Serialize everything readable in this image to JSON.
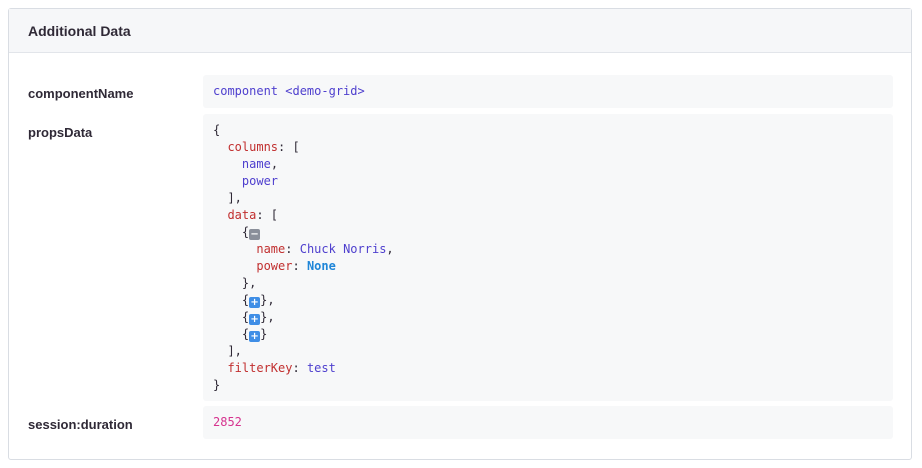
{
  "panel": {
    "title": "Additional Data"
  },
  "rows": {
    "component_name": {
      "label": "componentName",
      "value": "component <demo-grid>"
    },
    "props_data": {
      "label": "propsData",
      "open_brace": "{",
      "close_brace": "}",
      "columns_key": "columns",
      "columns_items": [
        "name",
        "power"
      ],
      "data_key": "data",
      "data_item_name_key": "name",
      "data_item_name_value": "Chuck Norris",
      "data_item_power_key": "power",
      "data_item_power_value": "None",
      "filter_key": "filterKey",
      "filter_value": "test",
      "collapse_icon": "minus-toggle-icon",
      "expand_icon": "plus-toggle-icon"
    },
    "session_duration": {
      "label": "session:duration",
      "value": "2852"
    }
  },
  "colors": {
    "string": "#4e3fce",
    "key": "#c12f2f",
    "none": "#1f86d8",
    "number": "#d6338f",
    "expand_toggle": "#3f8ee6",
    "collapse_toggle": "#8a8f9a"
  }
}
